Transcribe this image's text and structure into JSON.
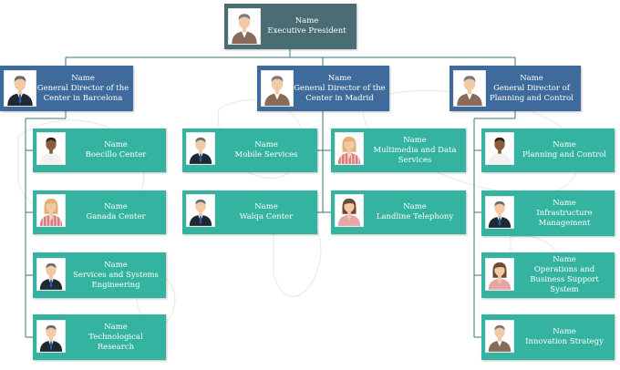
{
  "top": {
    "name": "Name",
    "role": "Executive President",
    "avatar": "man-brown-suit-icon"
  },
  "directors": [
    {
      "name": "Name",
      "role": "General Director of the Center in Barcelona",
      "avatar": "man-dark-suit-icon"
    },
    {
      "name": "Name",
      "role": "General Director of the Center in Madrid",
      "avatar": "man-brown-suit-icon"
    },
    {
      "name": "Name",
      "role": "General Director of Planning and Control",
      "avatar": "man-brown-suit-icon"
    }
  ],
  "barcelona": [
    {
      "name": "Name",
      "role": "Boecillo Center",
      "avatar": "man-white-shirt-icon"
    },
    {
      "name": "Name",
      "role": "Ganada Center",
      "avatar": "woman-striped-icon"
    },
    {
      "name": "Name",
      "role": "Services and Systems Engineering",
      "avatar": "man-dark-suit-icon"
    },
    {
      "name": "Name",
      "role": "Technological Research",
      "avatar": "man-dark-suit-icon"
    }
  ],
  "madrid_left": [
    {
      "name": "Name",
      "role": "Mobile Services",
      "avatar": "man-dark-suit-icon"
    },
    {
      "name": "Name",
      "role": "Walqa Center",
      "avatar": "man-dark-suit-icon"
    }
  ],
  "madrid_right": [
    {
      "name": "Name",
      "role": "Multimedia and Data Services",
      "avatar": "woman-striped-icon"
    },
    {
      "name": "Name",
      "role": "Landline Telephony",
      "avatar": "woman-pink-icon"
    }
  ],
  "planning": [
    {
      "name": "Name",
      "role": "Planning and Control",
      "avatar": "man-white-shirt-icon"
    },
    {
      "name": "Name",
      "role": "Infrastructure Management",
      "avatar": "man-dark-suit-icon"
    },
    {
      "name": "Name",
      "role": "Operations and Business Support System",
      "avatar": "woman-pink-icon"
    },
    {
      "name": "Name",
      "role": "Innovation Strategy",
      "avatar": "man-brown-suit-icon"
    }
  ],
  "colors": {
    "top": "#4a6d73",
    "director": "#3f6b9c",
    "member": "#34b4a0",
    "connector": "#3a7a72"
  }
}
